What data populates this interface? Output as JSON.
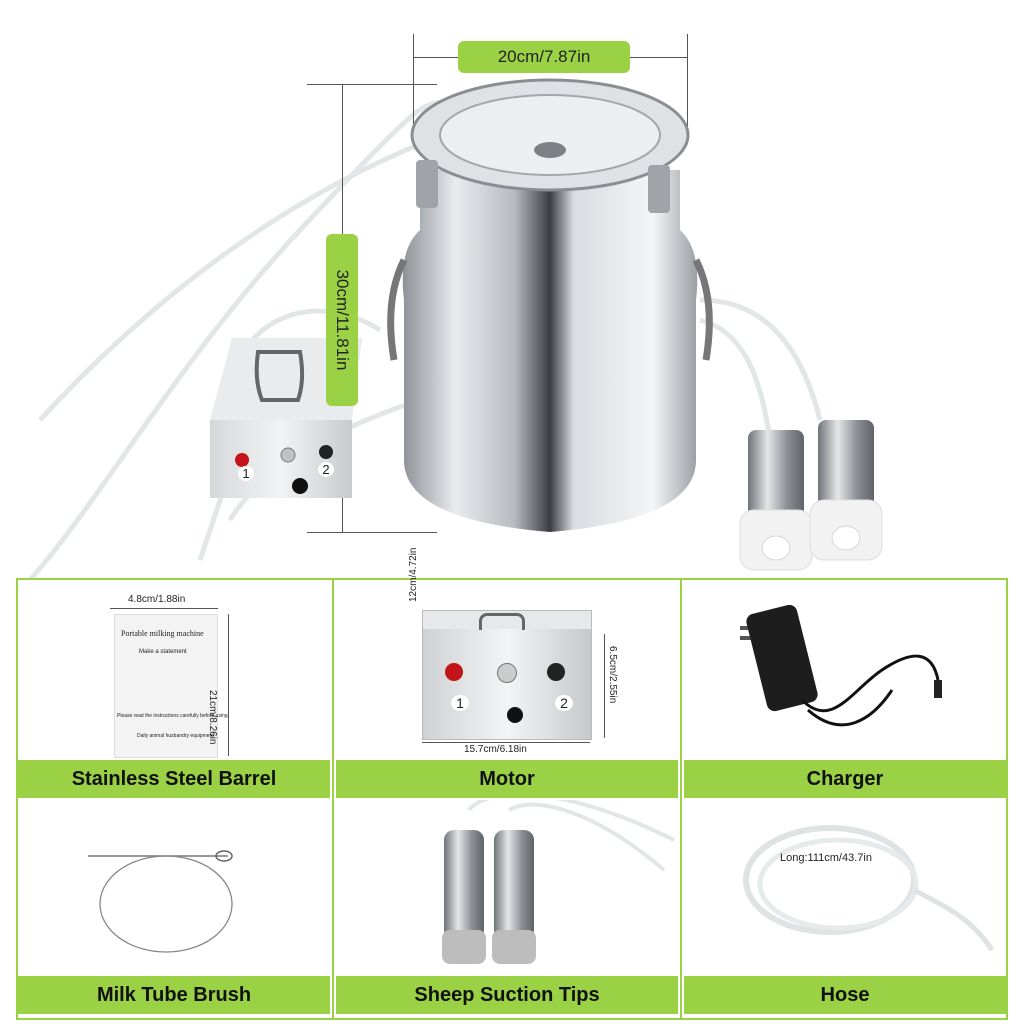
{
  "hero": {
    "width_dimension": "20cm/7.87in",
    "height_dimension": "30cm/11.81in",
    "motor_port_1": "1",
    "motor_port_2": "2"
  },
  "items": [
    {
      "label": "Stainless Steel Barrel",
      "dims": [
        "4.8cm/1.88in",
        "21cm/8.26in"
      ],
      "doc_title": "Portable milking machine",
      "doc_lines": [
        "Make a statement",
        "Please read the instructions carefully before using",
        "Daily animal husbandry equipment"
      ]
    },
    {
      "label": "Motor",
      "dims": [
        "12cm/4.72in",
        "6.5cm/2.55in",
        "15.7cm/6.18in"
      ],
      "ports": [
        "1",
        "2"
      ]
    },
    {
      "label": "Charger"
    },
    {
      "label": "Milk Tube Brush"
    },
    {
      "label": "Sheep Suction Tips"
    },
    {
      "label": "Hose",
      "length": "Long:111cm/43.7in"
    }
  ],
  "colors": {
    "accent": "#9ad145",
    "steel": "#c9ccd0",
    "cup": "#f2f2f2"
  }
}
